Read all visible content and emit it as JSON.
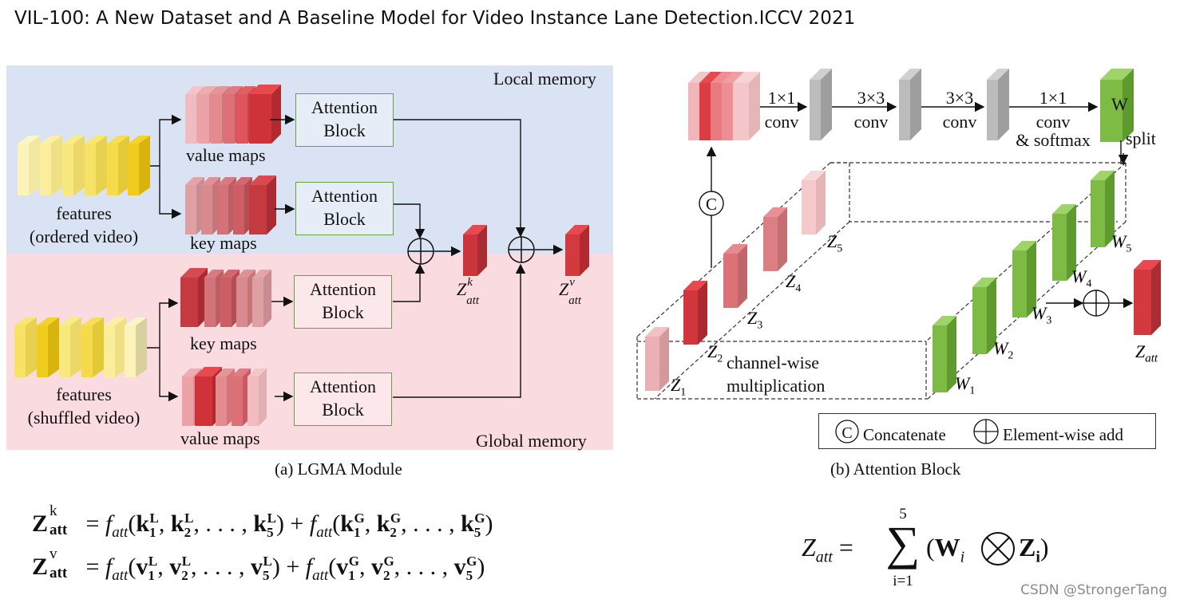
{
  "header": {
    "title": "VIL-100: A New Dataset and A Baseline Model for Video Instance Lane Detection.ICCV 2021"
  },
  "panel_a": {
    "local_memory": "Local memory",
    "global_memory": "Global memory",
    "features_top_1": "features",
    "features_top_2": "(ordered video)",
    "features_bottom_1": "features",
    "features_bottom_2": "(shuffled video)",
    "value_maps_top": "value maps",
    "key_maps_top": "key maps",
    "key_maps_bottom": "key maps",
    "value_maps_bottom": "value maps",
    "att_line1": "Attention",
    "att_line2": "Block",
    "z_att_k": "Z",
    "z_att_k_sup": "k",
    "z_att_k_sub": "att",
    "z_att_v": "Z",
    "z_att_v_sup": "v",
    "z_att_v_sub": "att",
    "caption": "(a) LGMA Module"
  },
  "panel_b": {
    "conv1_top": "1×1",
    "conv1_bottom": "conv",
    "conv2_top": "3×3",
    "conv2_bottom": "conv",
    "conv3_top": "3×3",
    "conv3_bottom": "conv",
    "conv4_top": "1×1",
    "conv4_mid": "conv",
    "conv4_bottom": "& softmax",
    "w_label": "W",
    "split": "split",
    "concat_symbol": "C",
    "channel_wise_1": "channel-wise",
    "channel_wise_2": "multiplication",
    "z_labels": [
      "Z",
      "Z",
      "Z",
      "Z",
      "Z"
    ],
    "z_subs": [
      "1",
      "2",
      "3",
      "4",
      "5"
    ],
    "w_labels": [
      "W",
      "W",
      "W",
      "W",
      "W"
    ],
    "w_subs": [
      "1",
      "2",
      "3",
      "4",
      "5"
    ],
    "z_att": "Z",
    "z_att_sub": "att",
    "legend_concat": "Concatenate",
    "legend_add": "Element-wise add",
    "caption": "(b) Attention Block"
  },
  "equations": {
    "eq1_lhs": "Z",
    "eq1_lhs_sup": "k",
    "eq1_lhs_sub": "att",
    "eq1_f": "f",
    "eq1_fsub": "att",
    "eq1_var": "k",
    "eq2_lhs": "Z",
    "eq2_lhs_sup": "v",
    "eq2_lhs_sub": "att",
    "eq2_var": "v",
    "local_sup": "L",
    "global_sup": "G",
    "sum_top": "5",
    "sum_bottom": "i=1",
    "sum_symbol": "∑",
    "eq3_lhs": "Z",
    "eq3_lhs_sub": "att",
    "eq3_w": "W",
    "eq3_w_sub": "i",
    "eq3_z": "Z",
    "eq3_z_sub": "i",
    "otimes": "⨂"
  },
  "watermark": "CSDN @StrongerTang",
  "colors": {
    "local_bg": "#dae3f3",
    "global_bg": "#fadbe0",
    "attention_border": "#62a33f",
    "green": "#6fae3e",
    "red": "#d94a4a",
    "yellow": "#f6dc4c",
    "gray": "#a6a6a6"
  }
}
